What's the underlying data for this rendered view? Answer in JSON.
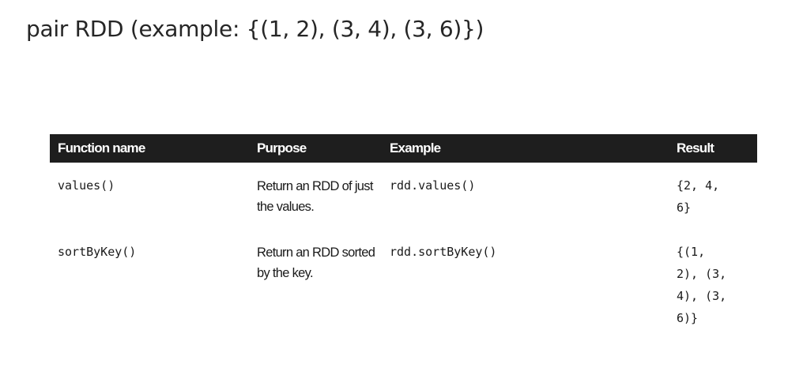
{
  "title": "pair RDD (example: {(1, 2), (3, 4), (3, 6)})",
  "table": {
    "headers": {
      "function_name": "Function name",
      "purpose": "Purpose",
      "example": "Example",
      "result": "Result"
    },
    "rows": [
      {
        "function_name": "values()",
        "purpose": "Return an RDD of just the values.",
        "example": "rdd.values()",
        "result_lines": [
          "{2, 4,",
          "6}"
        ]
      },
      {
        "function_name": "sortByKey()",
        "purpose": "Return an RDD sorted by the key.",
        "example": "rdd.sortByKey()",
        "result_lines": [
          "{(1,",
          "2), (3,",
          "4), (3,",
          "6)}"
        ]
      }
    ]
  }
}
